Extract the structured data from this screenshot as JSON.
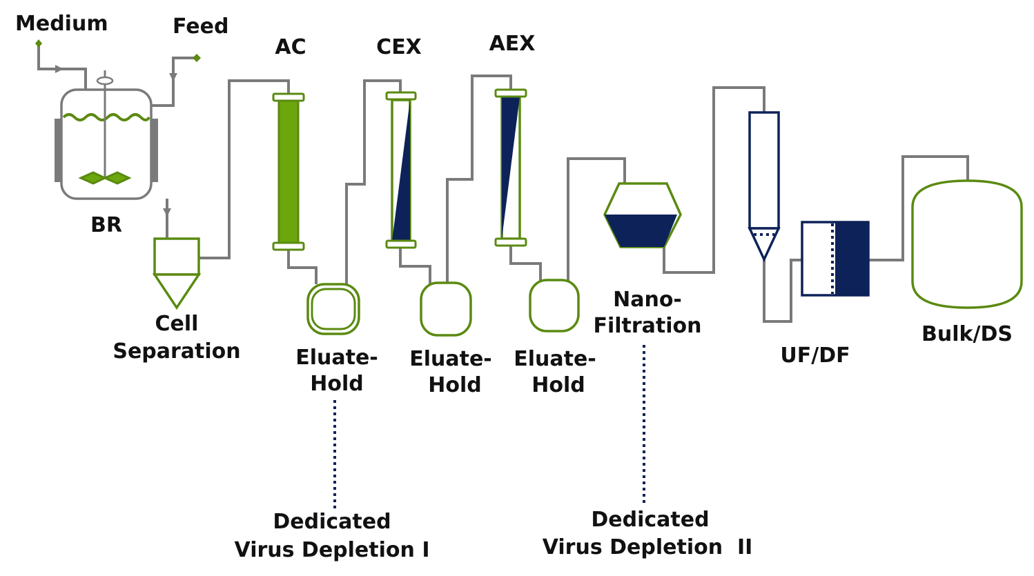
{
  "labels": {
    "medium": "Medium",
    "feed": "Feed",
    "ac": "AC",
    "cex": "CEX",
    "aex": "AEX",
    "br": "BR",
    "cell_separation_1": "Cell",
    "cell_separation_2": "Separation",
    "eluate_hold_1_a": "Eluate-",
    "eluate_hold_1_b": "Hold",
    "eluate_hold_2_a": "Eluate-",
    "eluate_hold_2_b": "Hold",
    "eluate_hold_3_a": "Eluate-",
    "eluate_hold_3_b": "Hold",
    "nanofiltration_1": "Nano-",
    "nanofiltration_2": "Filtration",
    "ufdf": "UF/DF",
    "bulk_ds": "Bulk/DS",
    "virus_depletion_1_a": "Dedicated",
    "virus_depletion_1_b": "Virus Depletion I",
    "virus_depletion_2_a": "Dedicated",
    "virus_depletion_2_b": "Virus Depletion  II"
  },
  "colors": {
    "green": "#6aa60c",
    "green_dark": "#5a8a10",
    "navy": "#0d2258",
    "pipe_gray": "#7a7a7a"
  }
}
